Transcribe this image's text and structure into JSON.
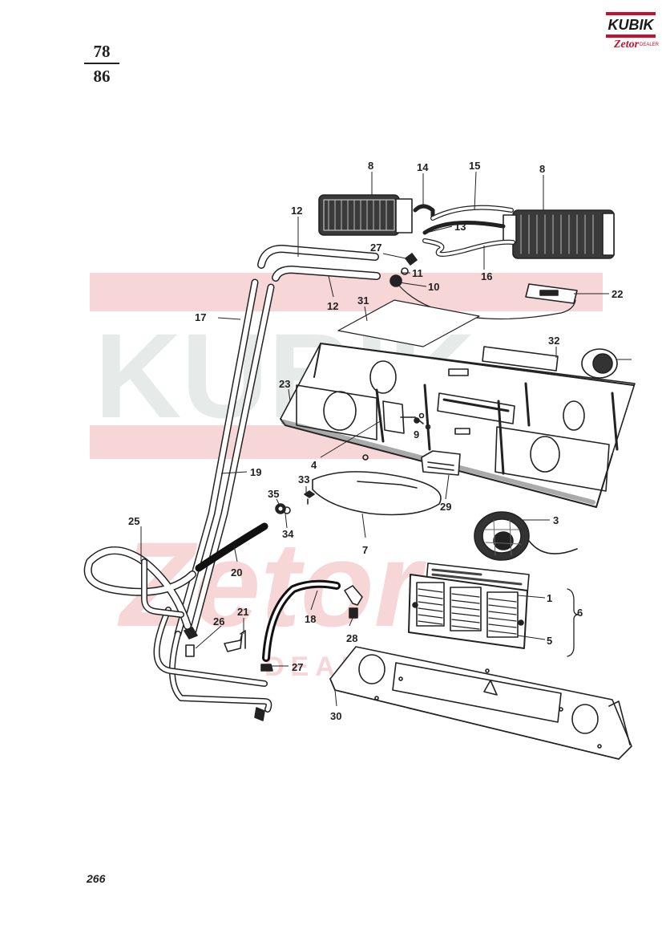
{
  "header": {
    "fraction_numerator": "78",
    "fraction_denominator": "86"
  },
  "logo": {
    "brand": "KUBIK",
    "sub_brand": "Zetor",
    "dealer": "DEALER"
  },
  "page_number": "266",
  "watermark": {
    "text_top": "KUBIK",
    "text_bottom": "Zetor",
    "text_dealer": "DEALER",
    "color_red": "#f6d6d6",
    "color_gray": "#e6eae8"
  },
  "callouts": {
    "c1": "1",
    "c3": "3",
    "c4": "4",
    "c5": "5",
    "c6": "6",
    "c7": "7",
    "c8a": "8",
    "c8b": "8",
    "c9": "9",
    "c10": "10",
    "c11": "11",
    "c12a": "12",
    "c12b": "12",
    "c13": "13",
    "c14": "14",
    "c15": "15",
    "c16": "16",
    "c17": "17",
    "c18": "18",
    "c19": "19",
    "c20": "20",
    "c21": "21",
    "c22": "22",
    "c23": "23",
    "c25": "25",
    "c26": "26",
    "c27a": "27",
    "c27b": "27",
    "c28": "28",
    "c29": "29",
    "c30": "30",
    "c31": "31",
    "c32": "32",
    "c33": "33",
    "c34": "34",
    "c35": "35"
  },
  "colors": {
    "ink": "#222222",
    "brand_red": "#c8102e"
  }
}
